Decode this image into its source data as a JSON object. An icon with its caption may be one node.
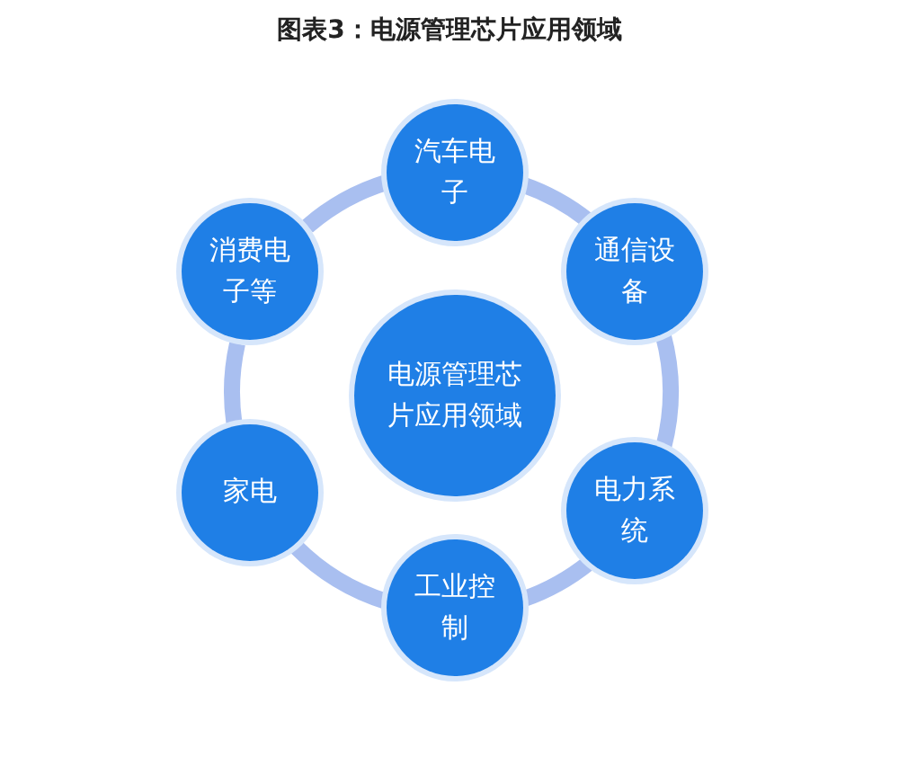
{
  "diagram": {
    "title": "图表3：电源管理芯片应用领域",
    "nodes": [
      {
        "text": [
          "电源管理芯片应用领域"
        ]
      },
      {
        "text": [
          "汽车电子"
        ]
      },
      {
        "text": [
          "通信设备"
        ]
      },
      {
        "text": [
          "电力系统"
        ]
      },
      {
        "text": [
          "工业控制"
        ]
      },
      {
        "text": [
          "家电"
        ]
      },
      {
        "text": [
          "消费电子等"
        ]
      }
    ],
    "edges": [
      {
        "from": 1,
        "to": 2,
        "arrow": "none"
      },
      {
        "from": 2,
        "to": 3,
        "arrow": "none"
      },
      {
        "from": 3,
        "to": 4,
        "arrow": "none"
      },
      {
        "from": 4,
        "to": 5,
        "arrow": "none"
      },
      {
        "from": 5,
        "to": 6,
        "arrow": "none"
      },
      {
        "from": 6,
        "to": 1,
        "arrow": "none"
      }
    ]
  }
}
